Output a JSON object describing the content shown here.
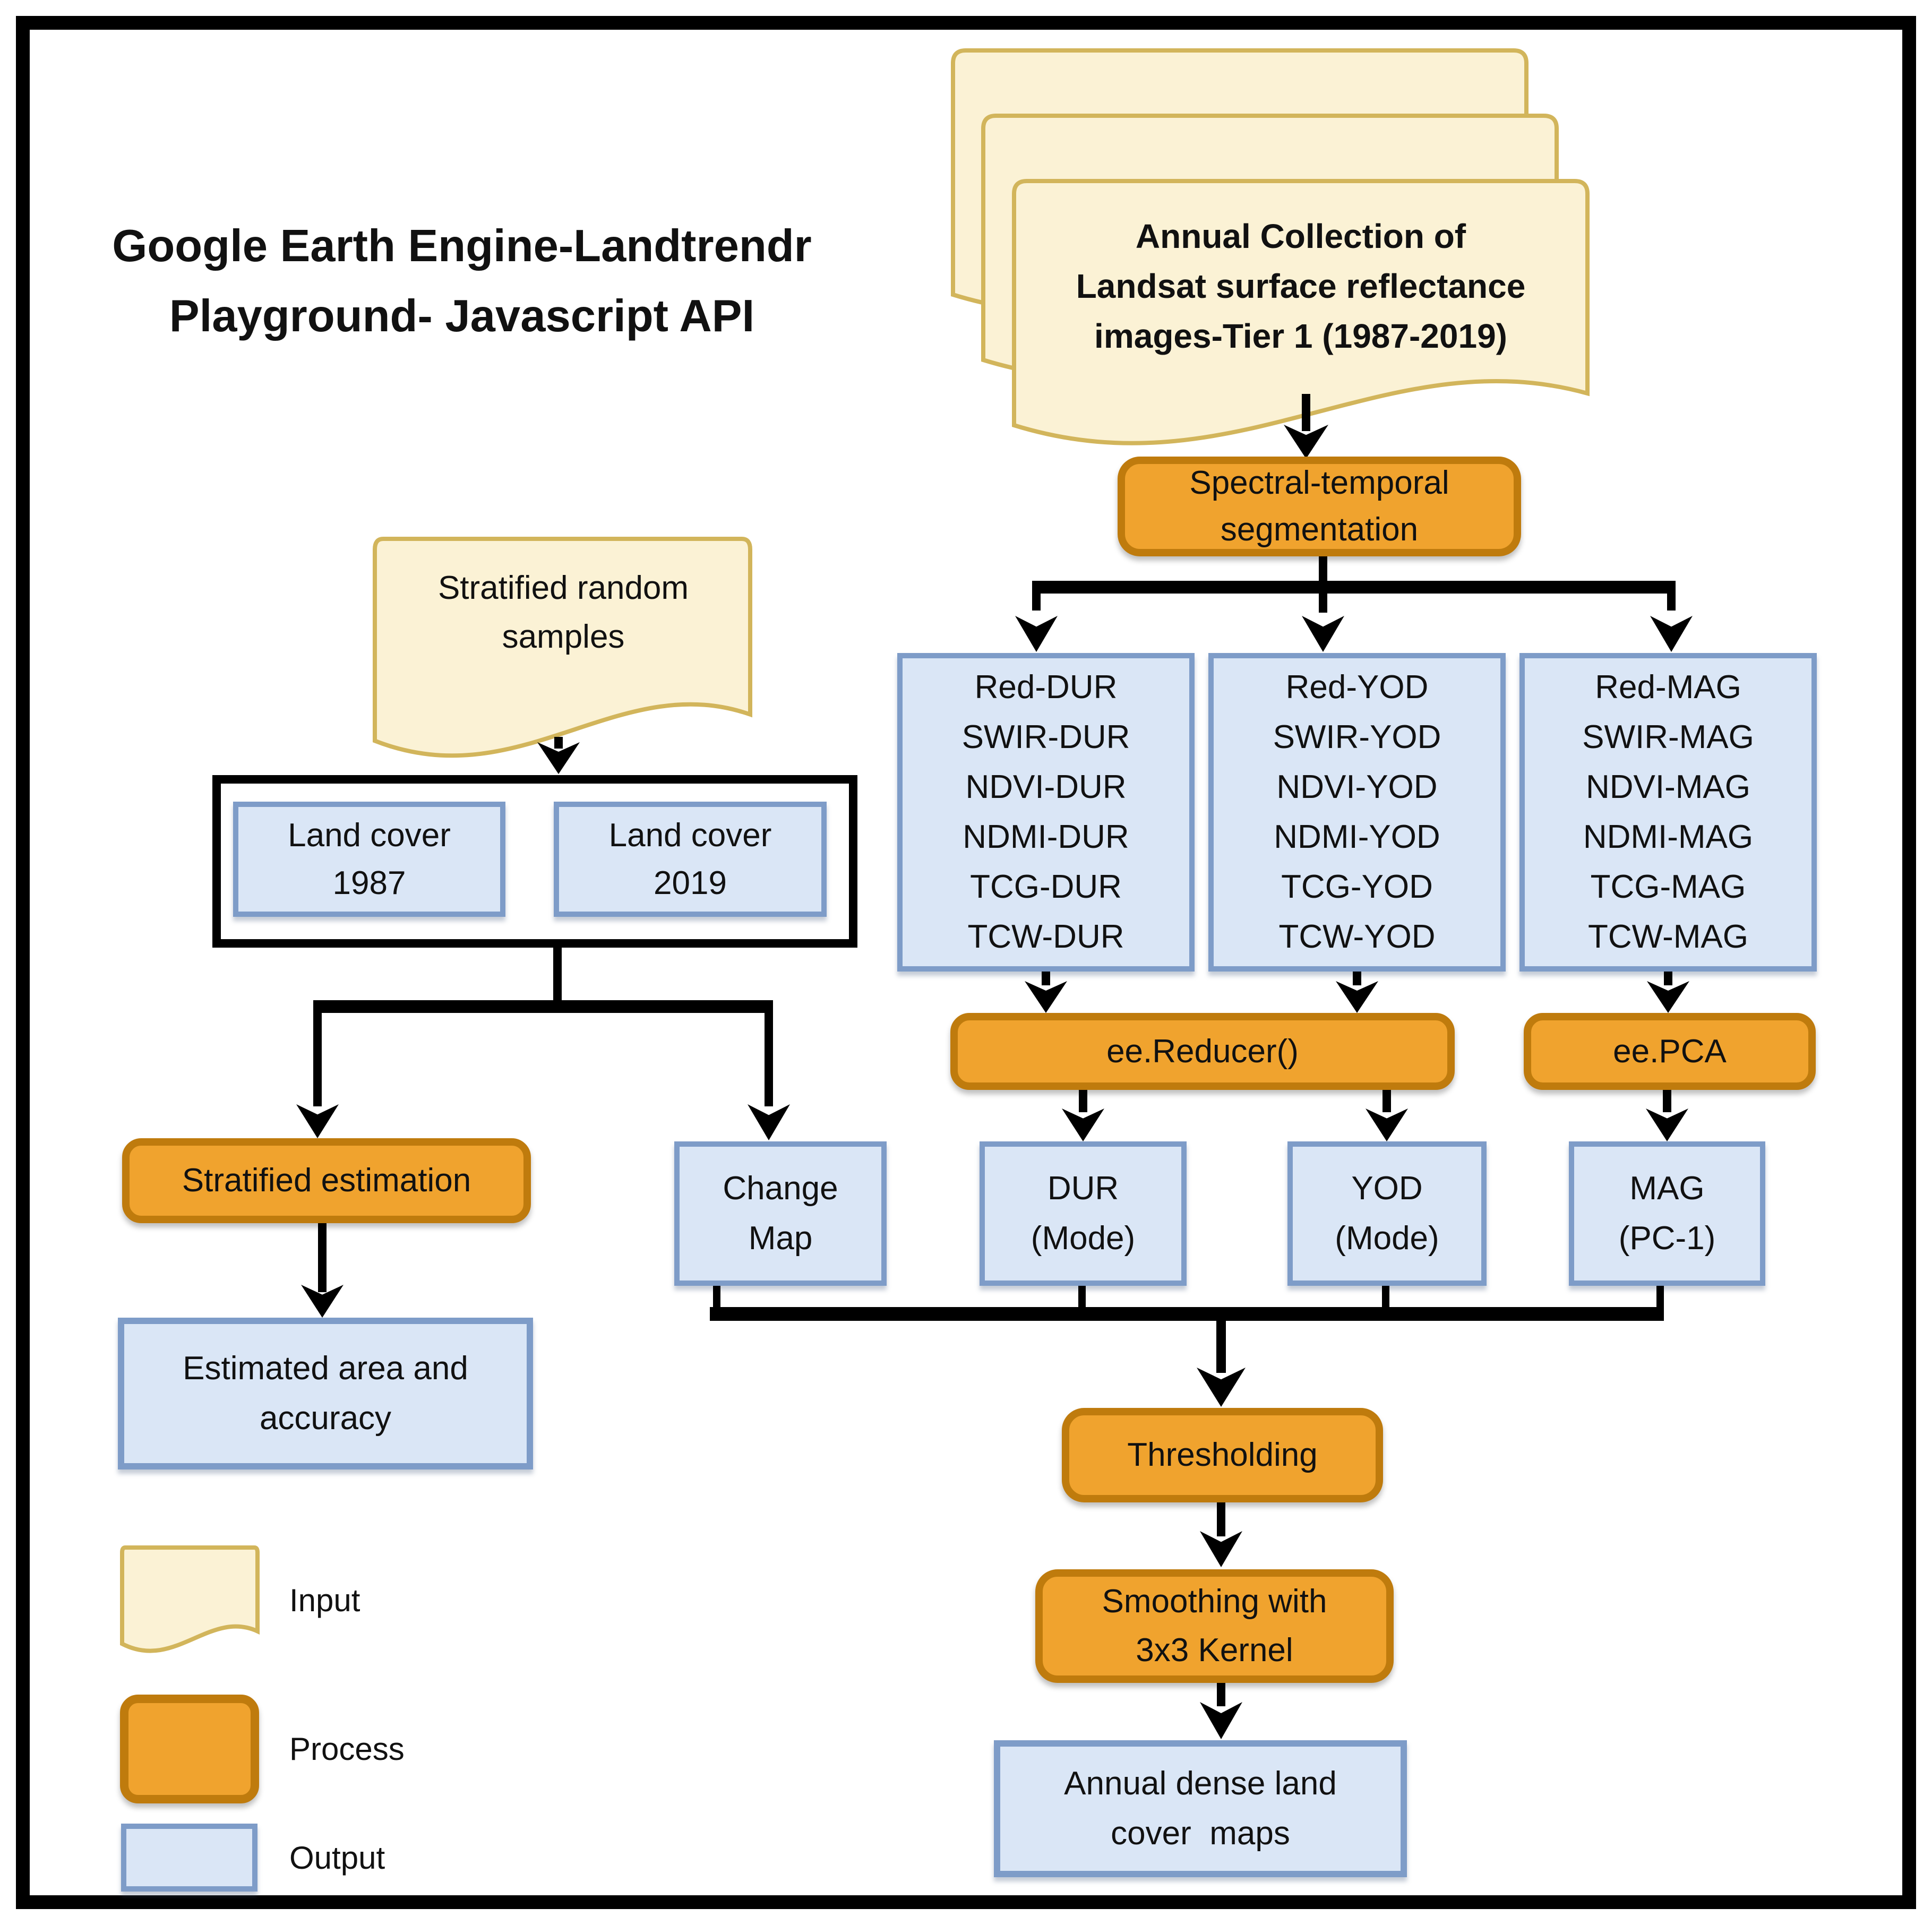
{
  "title": "Google Earth Engine-Landtrendr\nPlayground- Javascript API",
  "input_stack": {
    "label": "Annual Collection of\nLandsat surface reflectance\nimages-Tier 1 (1987-2019)"
  },
  "inputs": {
    "stratified_samples": "Stratified random\nsamples"
  },
  "process": {
    "segmentation": "Spectral-temporal\nsegmentation",
    "reducer": "ee.Reducer()",
    "pca": "ee.PCA",
    "stratified_estimation": "Stratified estimation",
    "thresholding": "Thresholding",
    "smoothing": "Smoothing with\n3x3 Kernel"
  },
  "outputs": {
    "dur_metrics": [
      "Red-DUR",
      "SWIR-DUR",
      "NDVI-DUR",
      "NDMI-DUR",
      "TCG-DUR",
      "TCW-DUR"
    ],
    "yod_metrics": [
      "Red-YOD",
      "SWIR-YOD",
      "NDVI-YOD",
      "NDMI-YOD",
      "TCG-YOD",
      "TCW-YOD"
    ],
    "mag_metrics": [
      "Red-MAG",
      "SWIR-MAG",
      "NDVI-MAG",
      "NDMI-MAG",
      "TCG-MAG",
      "TCW-MAG"
    ],
    "land_cover_1987": "Land cover\n1987",
    "land_cover_2019": "Land cover\n2019",
    "change_map": "Change\nMap",
    "dur_mode": "DUR\n(Mode)",
    "yod_mode": "YOD\n(Mode)",
    "mag_pc1": "MAG\n(PC-1)",
    "estimated_area": "Estimated area and\naccuracy",
    "annual_maps": "Annual dense land\ncover  maps"
  },
  "legend": {
    "input_label": "Input",
    "process_label": "Process",
    "output_label": "Output"
  },
  "colors": {
    "input_fill": "#FBF2D5",
    "input_border": "#D2B55B",
    "process_fill": "#F0A32E",
    "process_border": "#BF7B0D",
    "output_fill": "#DAE6F6",
    "output_border": "#7E9CC8",
    "line": "#000000",
    "background": "#FFFFFF"
  }
}
